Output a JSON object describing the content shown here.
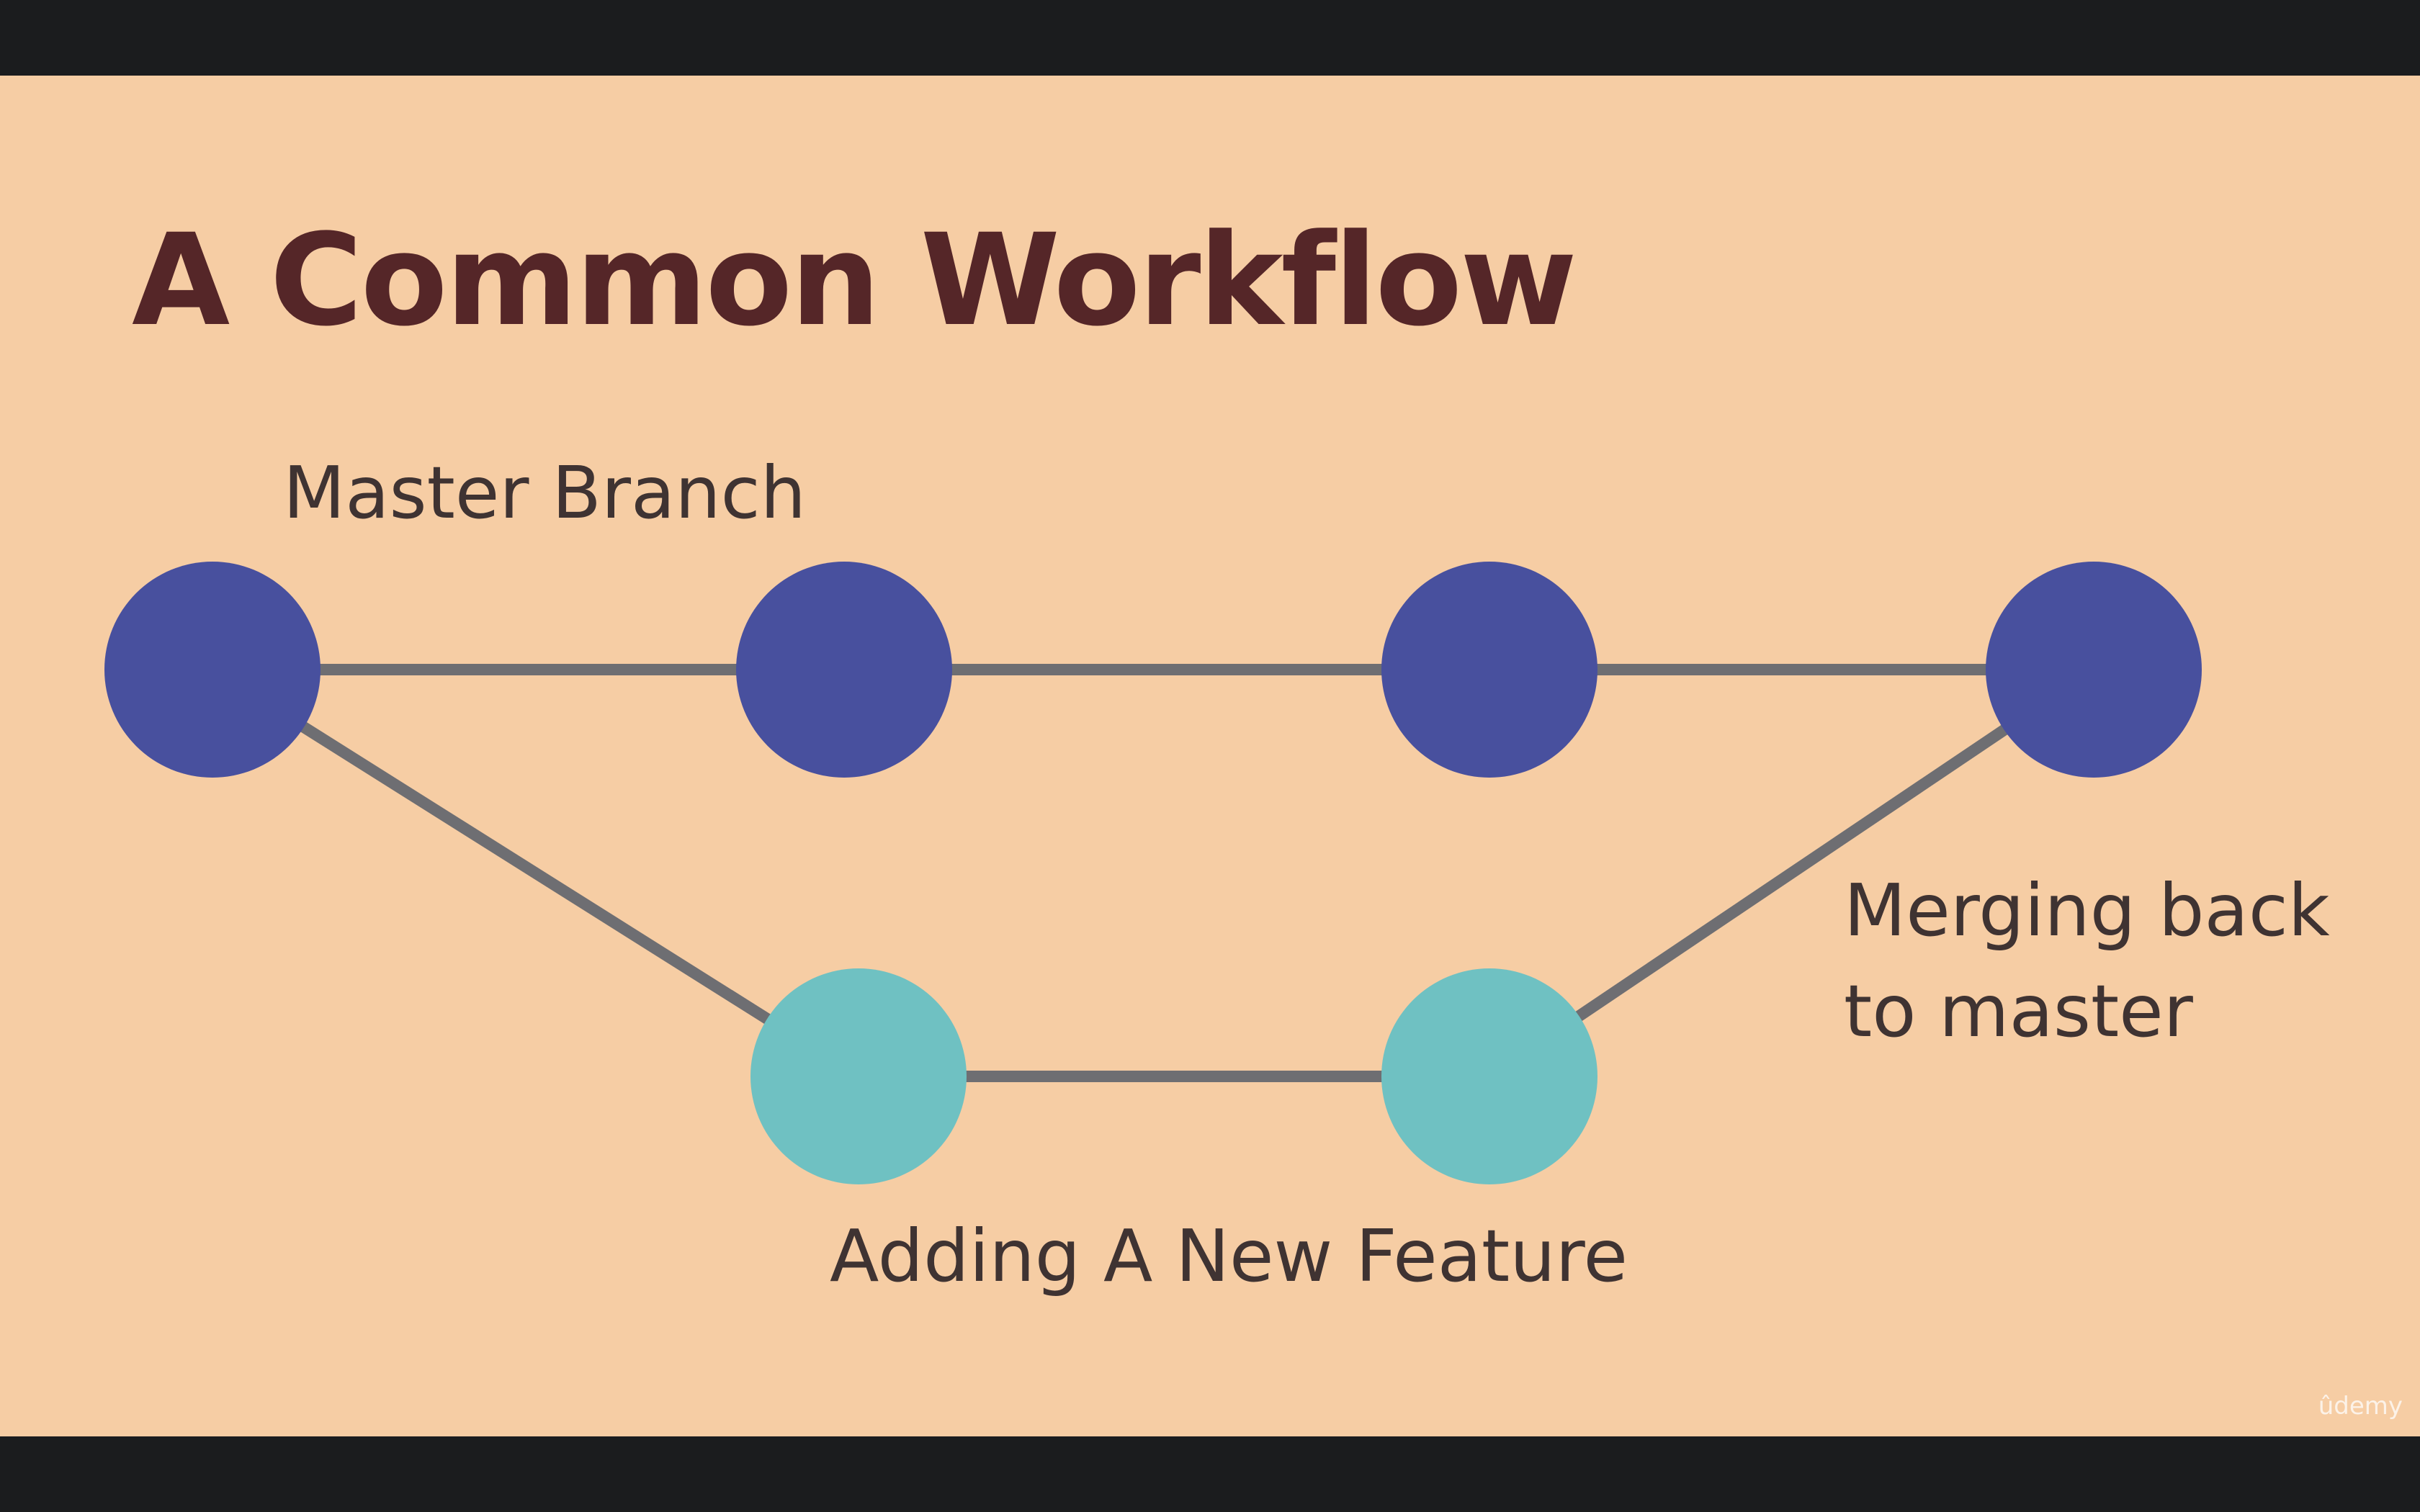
{
  "slide": {
    "title": "A Common Workflow",
    "labels": {
      "master_branch": "Master Branch",
      "merge_line1": "Merging back",
      "merge_line2": "to master",
      "feature": "Adding A New Feature"
    },
    "watermark": "ûdemy"
  },
  "diagram": {
    "master_commits": 4,
    "feature_commits": 2,
    "edges": [
      [
        "m1",
        "m2"
      ],
      [
        "m2",
        "m3"
      ],
      [
        "m3",
        "m4"
      ],
      [
        "m1",
        "f1"
      ],
      [
        "f1",
        "f2"
      ],
      [
        "f2",
        "m4"
      ]
    ]
  },
  "colors": {
    "letterbox": "#1b1c1e",
    "slide_background": "#f6cda4",
    "title": "#552628",
    "label_text": "#3f3332",
    "master_commit": "#48509e",
    "feature_commit": "#6fc1c2",
    "connector": "#6e6e72",
    "watermark": "#ffffff"
  }
}
